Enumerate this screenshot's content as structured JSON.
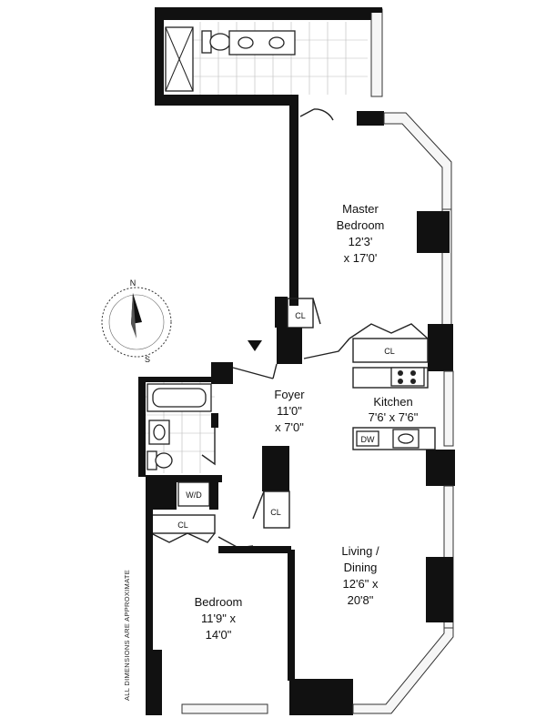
{
  "rooms": {
    "master_bedroom": {
      "name_line1": "Master",
      "name_line2": "Bedroom",
      "dim1": "12'3'",
      "dim2": "x 17'0'"
    },
    "foyer": {
      "name": "Foyer",
      "dim1": "11'0\"",
      "dim2": "x 7'0\""
    },
    "kitchen": {
      "name": "Kitchen",
      "dim": "7'6' x 7'6\""
    },
    "living_dining": {
      "name_line1": "Living /",
      "name_line2": "Dining",
      "dim1": "12'6\" x",
      "dim2": "20'8\""
    },
    "bedroom": {
      "name": "Bedroom",
      "dim1": "11'9\" x",
      "dim2": "14'0\""
    }
  },
  "fixtures": {
    "closet_label": "CL",
    "washer_dryer_label": "W/D",
    "dishwasher_label": "DW"
  },
  "compass": {
    "north": "N",
    "south": "S"
  },
  "disclaimer": "ALL DIMENSIONS ARE APPROXIMATE"
}
